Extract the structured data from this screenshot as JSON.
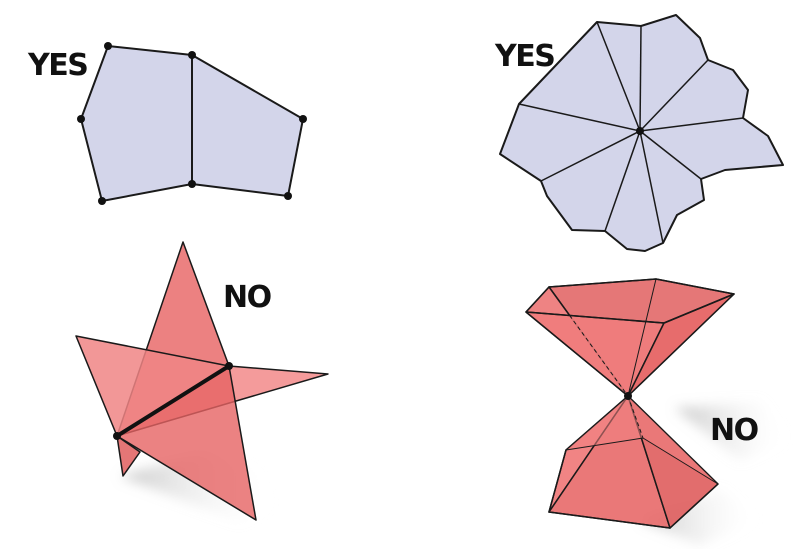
{
  "labels": {
    "top_left": "YES",
    "top_right": "YES",
    "bottom_left": "NO",
    "bottom_right": "NO"
  },
  "colors": {
    "manifold_fill": "#d3d5ea",
    "nonmanifold_fill": "#f07878",
    "nonmanifold_fill_dark": "#d85656",
    "edge": "#1a1a1a",
    "shadow": "#d0d0d0"
  }
}
